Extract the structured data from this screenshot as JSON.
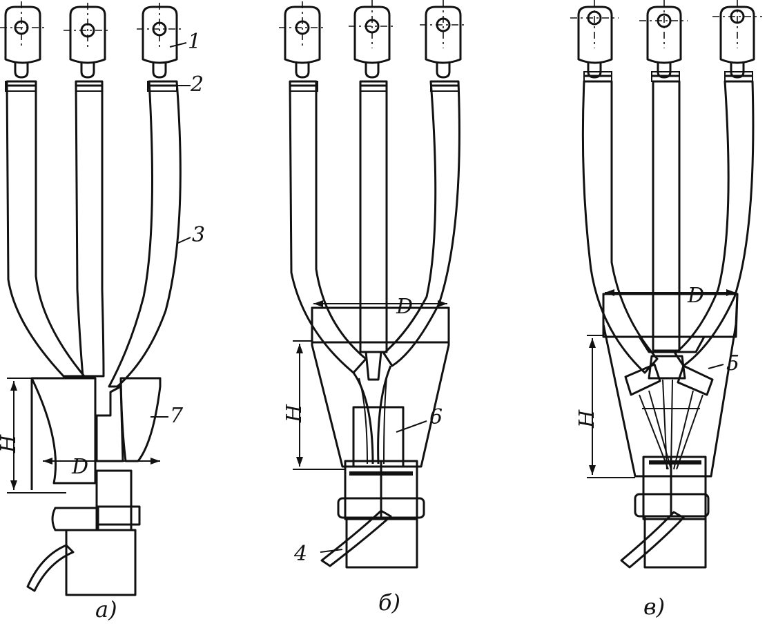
{
  "diagram": {
    "callouts": [
      "1",
      "2",
      "3",
      "4",
      "5",
      "6",
      "7"
    ],
    "dimension_labels": {
      "height": "H",
      "diameter": "D"
    },
    "captions": [
      "а)",
      "б)",
      "в)"
    ]
  }
}
